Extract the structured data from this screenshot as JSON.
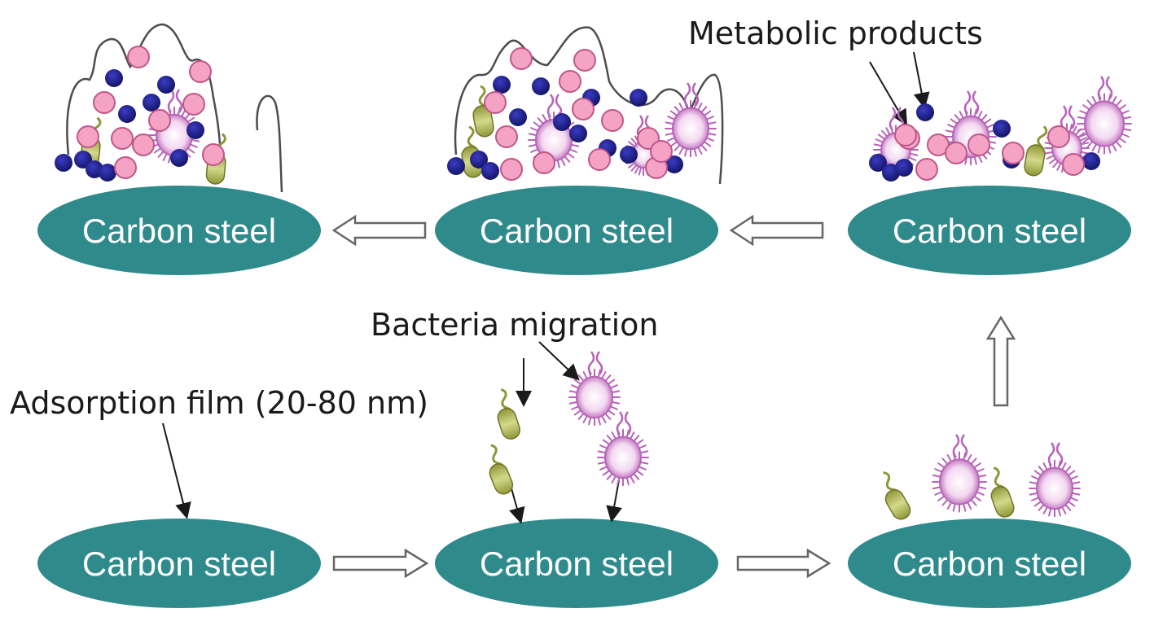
{
  "plates": [
    {
      "id": "top-left",
      "label": "Carbon steel"
    },
    {
      "id": "top-middle",
      "label": "Carbon steel"
    },
    {
      "id": "top-right",
      "label": "Carbon steel"
    },
    {
      "id": "bottom-left",
      "label": "Carbon steel"
    },
    {
      "id": "bottom-middle",
      "label": "Carbon steel"
    },
    {
      "id": "bottom-right",
      "label": "Carbon steel"
    }
  ],
  "annotations": {
    "metabolic_products": "Metabolic products",
    "bacteria_migration": "Bacteria  migration",
    "adsorption_film": "Adsorption  film (20-80 nm)"
  },
  "colors": {
    "plate": "#2f8a8c",
    "pink_particle": "#f4a3c4",
    "pink_particle_stroke": "#c0568a",
    "navy_particle": "#1c1d86",
    "rod_bacterium": "#b9bf63",
    "spiky_bacterium": "#b864b8",
    "arrow_stroke": "#666666"
  }
}
